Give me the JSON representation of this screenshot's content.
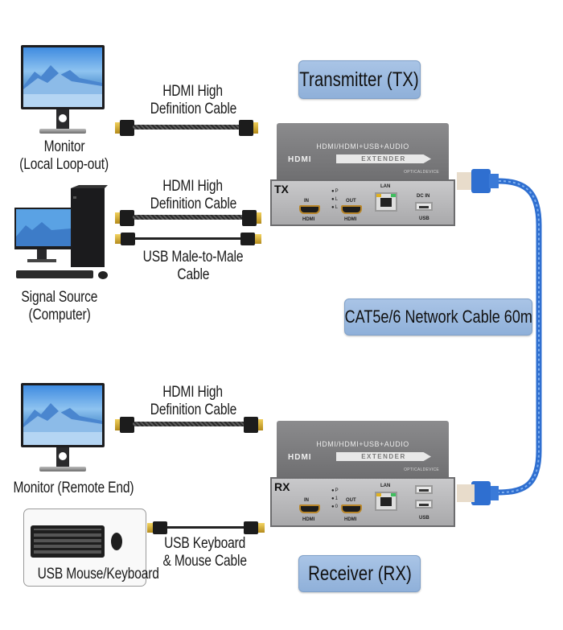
{
  "title_labels": {
    "transmitter": "Transmitter (TX)",
    "network_cable": "CAT5e/6 Network Cable 60m",
    "receiver": "Receiver (RX)"
  },
  "devices": {
    "local_monitor": {
      "label_line1": "Monitor",
      "label_line2": "(Local Loop-out)"
    },
    "signal_source": {
      "label_line1": "Signal Source",
      "label_line2": "(Computer)"
    },
    "remote_monitor": {
      "label": "Monitor (Remote End)"
    },
    "keyboard_mouse": {
      "label": "USB Mouse/Keyboard"
    }
  },
  "cables": {
    "hdmi_local": {
      "line1": "HDMI High",
      "line2": "Definition Cable"
    },
    "hdmi_source": {
      "line1": "HDMI High",
      "line2": "Definition Cable"
    },
    "usb_source": {
      "line1": "USB Male-to-Male",
      "line2": "Cable"
    },
    "hdmi_remote": {
      "line1": "HDMI High",
      "line2": "Definition Cable"
    },
    "usb_kbm": {
      "line1": "USB Keyboard",
      "line2": "& Mouse Cable"
    }
  },
  "extender_tx": {
    "header": "HDMI/HDMI+USB+AUDIO",
    "logo": "HDMI",
    "arrow_text": "EXTENDER",
    "brand": "OPTICALDEVICE",
    "tag": "TX",
    "port_in": "IN",
    "port_out": "OUT",
    "hdmi_in_label": "HDMI",
    "hdmi_out_label": "HDMI",
    "leds": [
      "P",
      "L",
      "L"
    ],
    "lan": "LAN",
    "dc_in": "DC IN",
    "usb": "USB"
  },
  "extender_rx": {
    "header": "HDMI/HDMI+USB+AUDIO",
    "logo": "HDMI",
    "arrow_text": "EXTENDER",
    "brand": "OPTICALDEVICE",
    "tag": "RX",
    "port_in": "IN",
    "port_out": "OUT",
    "hdmi_in_label": "HDMI",
    "hdmi_out_label": "HDMI",
    "leds": [
      "P",
      "1",
      "0"
    ],
    "lan": "LAN",
    "usb": "USB"
  },
  "colors": {
    "pill_fill": "#9dbbe1",
    "lan_cable": "#2f6fd0",
    "device_gray": "#7d7d7f"
  }
}
